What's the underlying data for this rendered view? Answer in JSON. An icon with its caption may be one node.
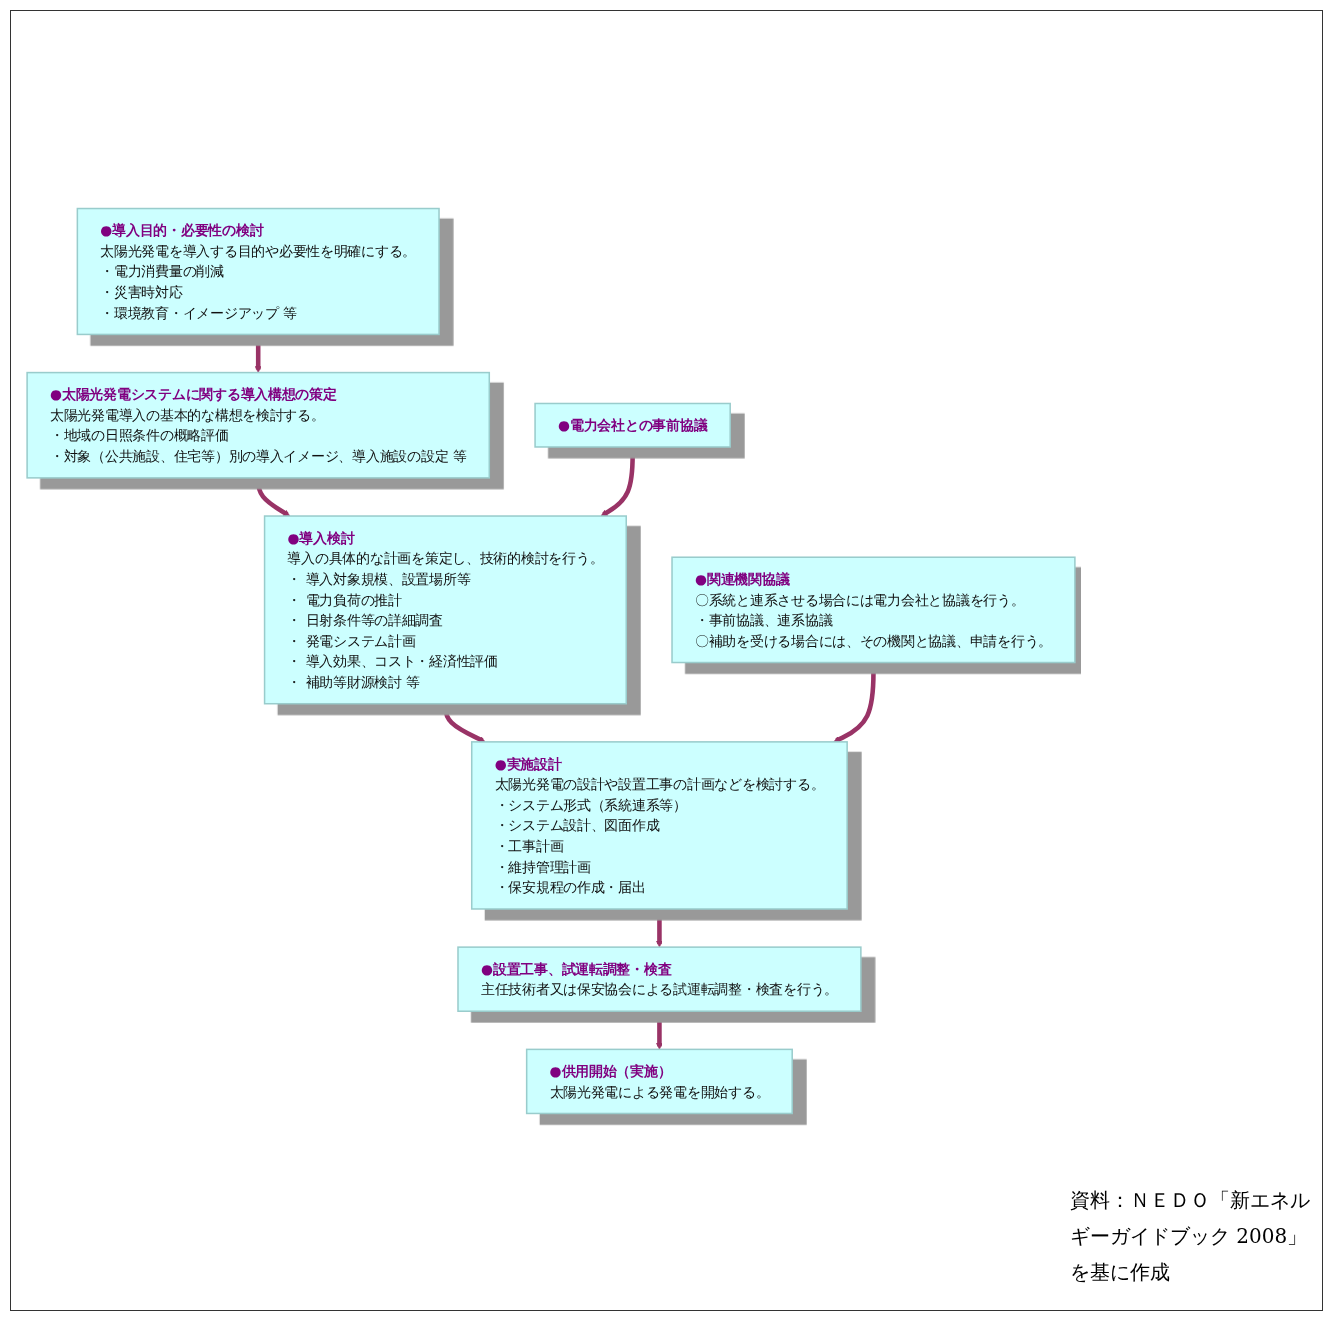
{
  "diagram": {
    "caption": "資料：ＮＥＤＯ「新エネルギーガイドブック 2008」を基に作成",
    "nodes": [
      {
        "text": [
          "●導入目的・必要性の検討",
          "太陽光発電を導入する目的や必要性を明確にする。",
          "・電力消費量の削減",
          "・災害時対応",
          "・環境教育・イメージアップ 等"
        ]
      },
      {
        "text": [
          "●太陽光発電システムに関する導入構想の策定",
          "太陽光発電導入の基本的な構想を検討する。",
          "・地域の日照条件の概略評価",
          "・対象（公共施設、住宅等）別の導入イメージ、導入施設の設定 等"
        ]
      },
      {
        "text": [
          "●導入検討",
          "導入の具体的な計画を策定し、技術的検討を行う。",
          "・ 導入対象規模、設置場所等",
          "・ 電力負荷の推計",
          "・ 日射条件等の詳細調査",
          "・ 発電システム計画",
          "・ 導入効果、コスト・経済性評価",
          "・ 補助等財源検討 等"
        ]
      },
      {
        "text": [
          "●実施設計",
          "太陽光発電の設計や設置工事の計画などを検討する。",
          "・システム形式（系統連系等）",
          "・システム設計、図面作成",
          "・工事計画",
          "・維持管理計画",
          "・保安規程の作成・届出"
        ]
      },
      {
        "text": [
          "●設置工事、試運転調整・検査",
          "主任技術者又は保安協会による試運転調整・検査を行う。"
        ]
      },
      {
        "text": [
          "●供用開始（実施）",
          "太陽光発電による発電を開始する。"
        ]
      },
      {
        "text": [
          "●電力会社との事前協議"
        ]
      },
      {
        "text": [
          "●関連機関協議",
          "〇系統と連系させる場合には電力会社と協議を行う。",
          "・事前協議、連系協議",
          "〇補助を受ける場合には、その機関と協議、申請を行う。"
        ]
      }
    ],
    "edges": [
      {
        "from": 0,
        "to": 1,
        "arrow": "to"
      },
      {
        "from": 1,
        "to": 2,
        "arrow": "to"
      },
      {
        "from": 2,
        "to": 3,
        "arrow": "to"
      },
      {
        "from": 3,
        "to": 4,
        "arrow": "to"
      },
      {
        "from": 4,
        "to": 5,
        "arrow": "to"
      },
      {
        "from": 6,
        "to": 2,
        "arrow": "to"
      },
      {
        "from": 7,
        "to": 3,
        "arrow": "to"
      }
    ]
  }
}
